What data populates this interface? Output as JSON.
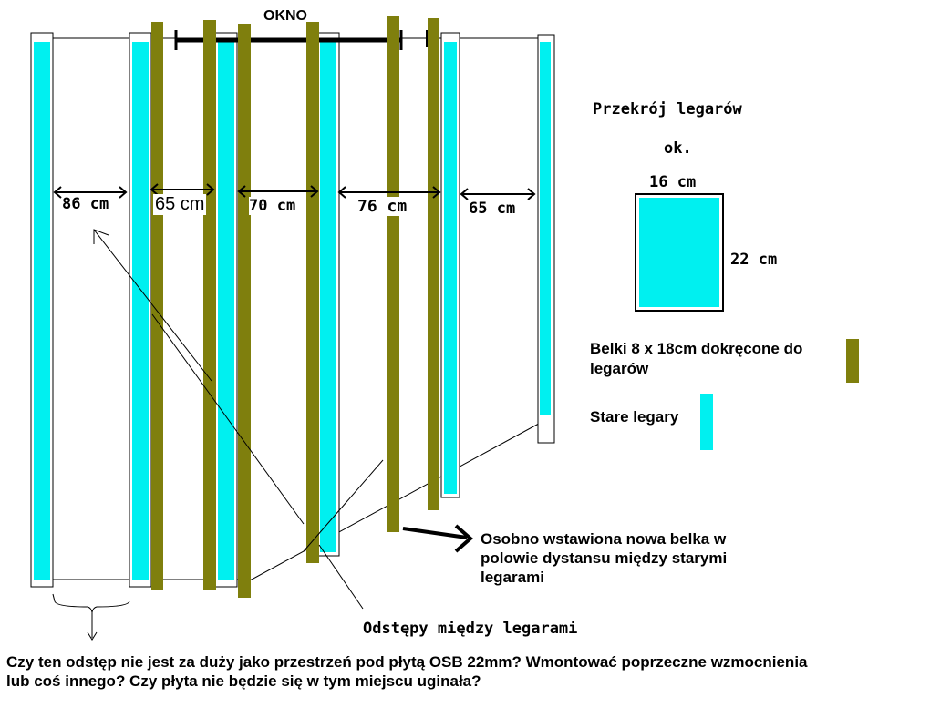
{
  "window_label": "OKNO",
  "spacing_labels": [
    "86 cm",
    "65 cm",
    "70 cm",
    "76 cm",
    "65 cm"
  ],
  "cross_section": {
    "title": "Przekrój legarów",
    "approx": "ok.",
    "width_label": "16 cm",
    "height_label": "22 cm"
  },
  "legend": {
    "new_beams": "Belki 8 x 18cm dokręcone do legarów",
    "old_joists": "Stare legary"
  },
  "annotations": {
    "separate_beam": "Osobno wstawiona nowa belka w polowie dystansu między starymi legarami",
    "spacing_title": "Odstępy między legarami",
    "question": "Czy ten odstęp nie jest za duży jako przestrzeń pod płytą OSB 22mm? Wmontować poprzeczne wzmocnienia lub coś innego? Czy płyta nie będzie się w tym miejscu uginała?"
  },
  "colors": {
    "old_joist": "#00f0f0",
    "new_beam": "#7f7f0d",
    "outline": "#000000",
    "background": "#ffffff"
  }
}
